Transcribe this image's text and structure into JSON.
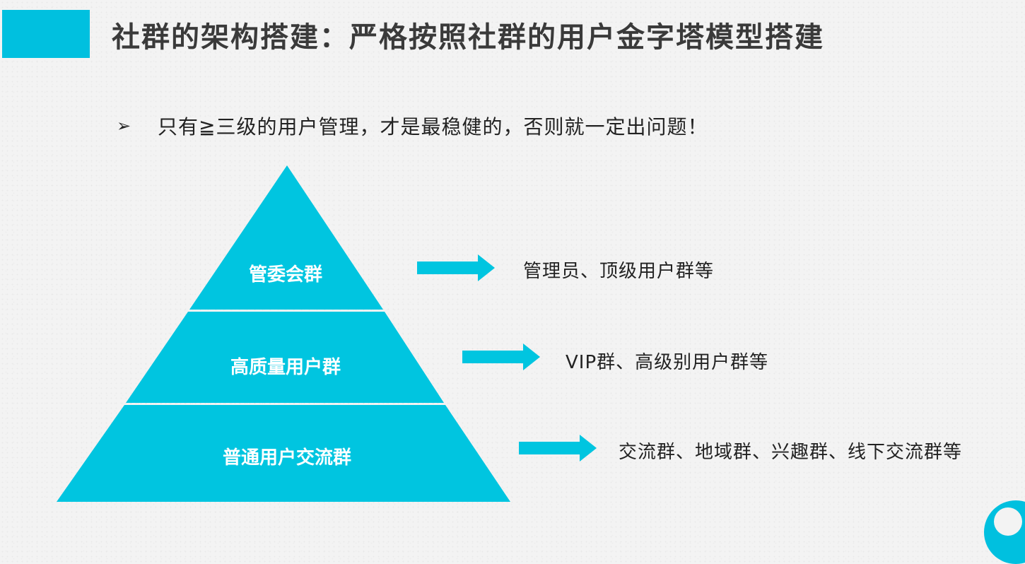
{
  "header": {
    "title": "社群的架构搭建：严格按照社群的用户金字塔模型搭建",
    "accent_color": "#00c0df"
  },
  "bullet": {
    "marker": "➢",
    "text": "只有≧三级的用户管理，才是最稳健的，否则就一定出问题！"
  },
  "pyramid": {
    "fill_color": "#00c5e0",
    "levels": [
      {
        "label": "管委会群",
        "description": "管理员、顶级用户群等"
      },
      {
        "label": "高质量用户群",
        "description": "VIP群、高级别用户群等"
      },
      {
        "label": "普通用户交流群",
        "description": "交流群、地域群、兴趣群、线下交流群等"
      }
    ]
  }
}
